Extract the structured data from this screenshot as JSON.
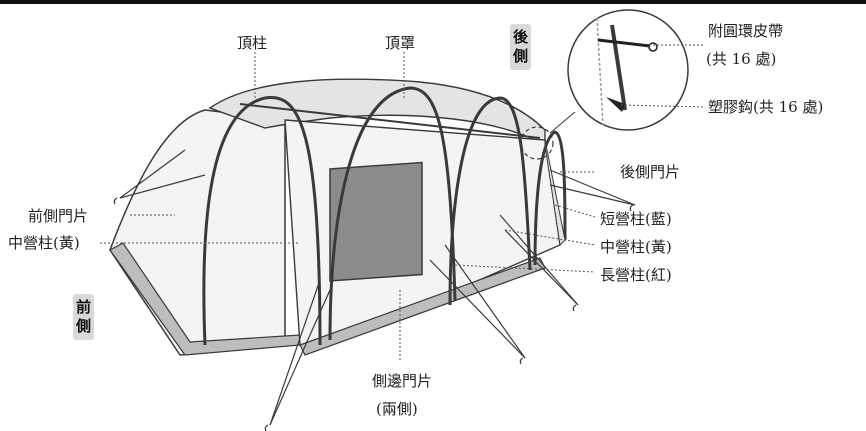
{
  "labels": {
    "top_pole": "頂柱",
    "top_cover": "頂罩",
    "rear_side": [
      "後",
      "側"
    ],
    "ring_strap_line1": "附圓環皮帶",
    "ring_strap_line2": "(共 16 處)",
    "plastic_hook": "塑膠鈎(共 16 處)",
    "rear_door": "後側門片",
    "short_pole": "短營柱(藍)",
    "middle_pole_right": "中營柱(黃)",
    "long_pole": "長營柱(紅)",
    "front_door": "前側門片",
    "middle_pole_left": "中營柱(黃)",
    "front_side": [
      "前",
      "側"
    ],
    "side_door_line1": "側邊門片",
    "side_door_line2": "(兩側)"
  },
  "colors": {
    "fabric_light": "#f4f4f4",
    "fabric_mid": "#e4e4e4",
    "panel_dark": "#8c8c8c",
    "skirt": "#bdbdbd",
    "outline": "#3a3a3a",
    "tag_bg": "#d9d9d9"
  }
}
